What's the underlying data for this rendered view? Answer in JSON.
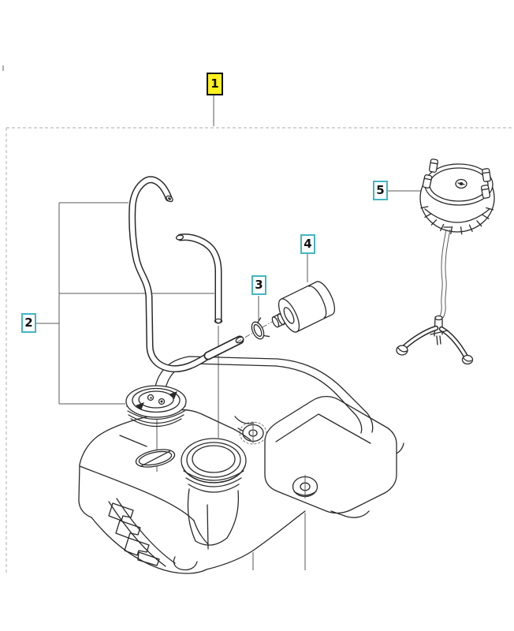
{
  "diagram": {
    "kind": "exploded-parts-diagram",
    "subject": "fuel-tank-assembly",
    "callouts": [
      {
        "number": "1",
        "state": "selected",
        "points_to": "assembly-boundary"
      },
      {
        "number": "2",
        "state": "normal",
        "points_to": "fuel-hose-and-cap-group"
      },
      {
        "number": "3",
        "state": "normal",
        "points_to": "hose-clamp"
      },
      {
        "number": "4",
        "state": "normal",
        "points_to": "fuel-filter"
      },
      {
        "number": "5",
        "state": "normal",
        "points_to": "fuel-cap-with-retainer"
      }
    ],
    "colors": {
      "line": "#2a2a2a",
      "thin": "#5a5a5a",
      "boundary": "#bcbcbc",
      "callout_selected_bg": "#fff11e",
      "callout_selected_border": "#0a0a0a",
      "callout_bg": "#ffffff",
      "callout_border": "#45b4c3",
      "callout_text": "#111111"
    }
  }
}
